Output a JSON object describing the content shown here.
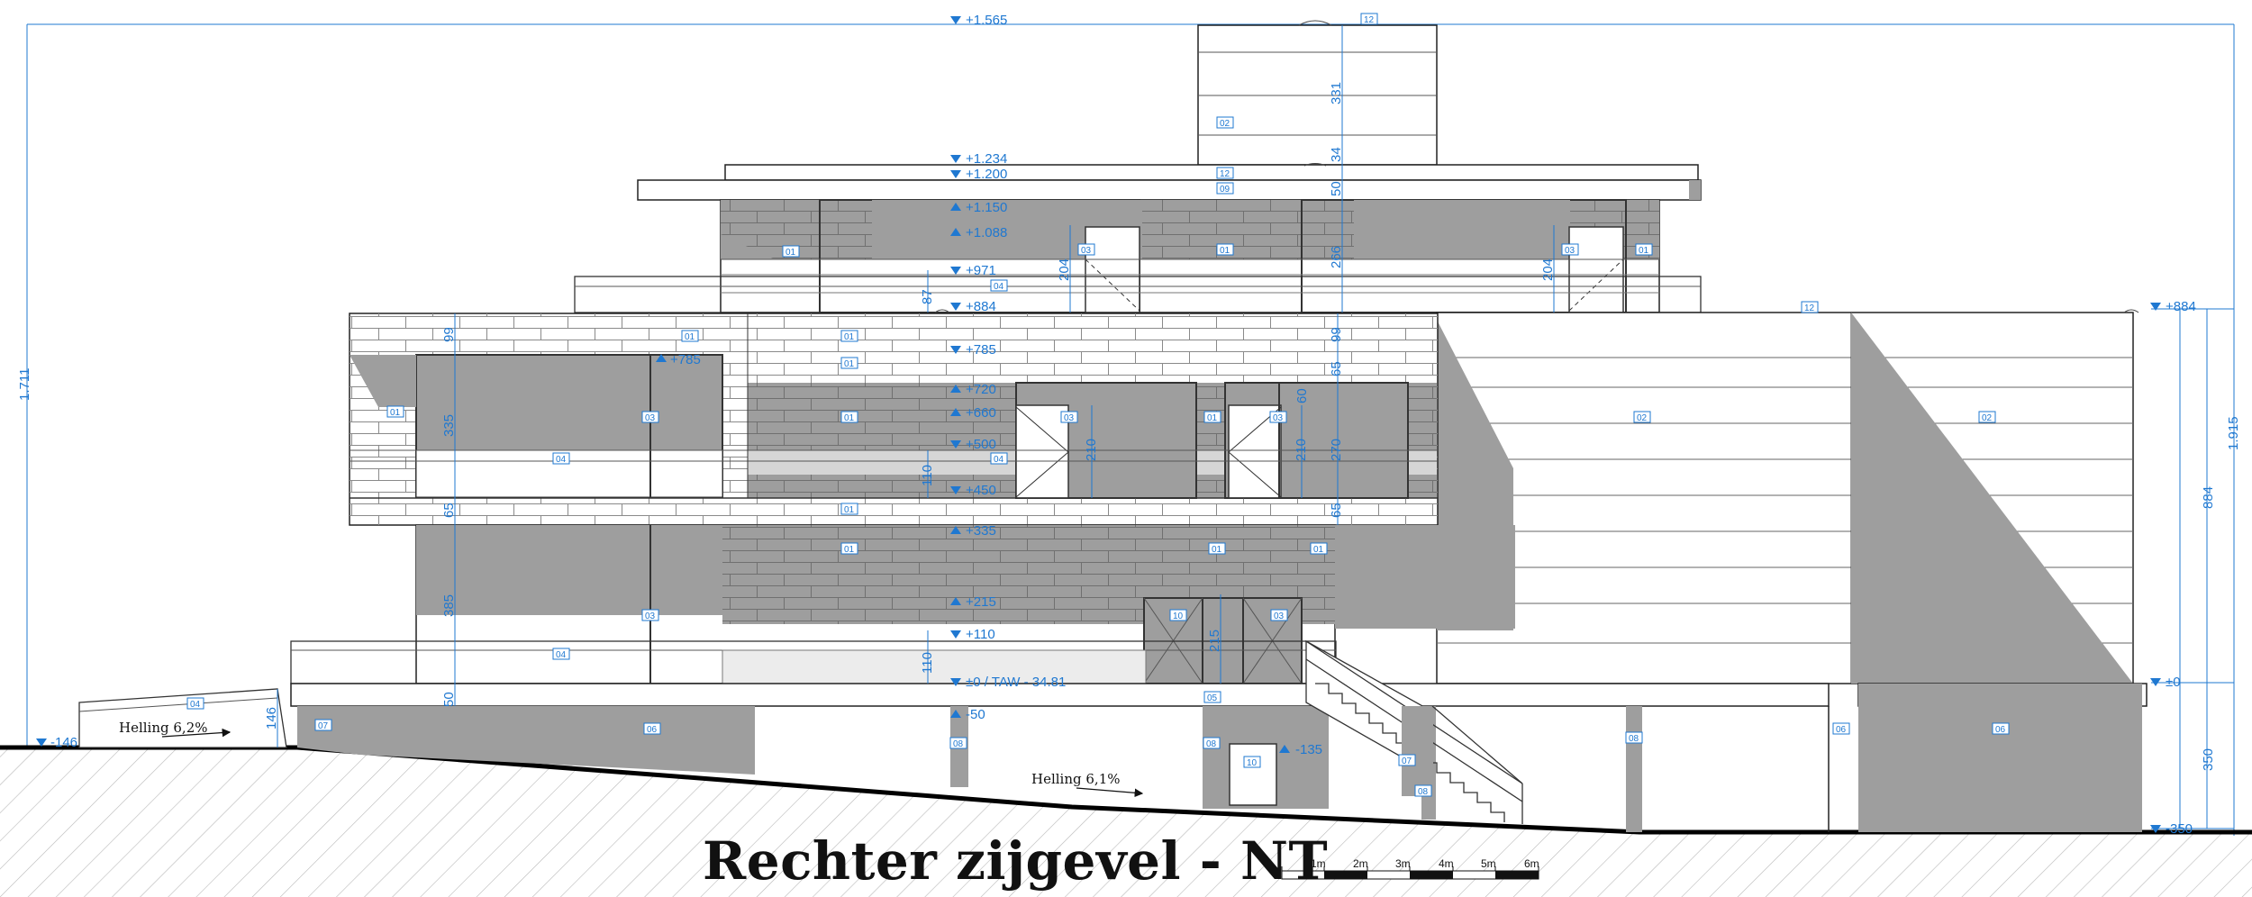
{
  "title": "Rechter zijgevel - NT",
  "levels": {
    "top": "+1.565",
    "roof_upper": "+1.234",
    "roof": "+1.200",
    "l1150": "+1.150",
    "l1088": "+1.088",
    "l971": "+971",
    "l884": "+884",
    "l884_right": "+884",
    "l785": "+785",
    "l785_left": "+785",
    "l720": "+720",
    "l660": "+660",
    "l500": "+500",
    "l450": "+450",
    "l335": "+335",
    "l215": "+215",
    "l110": "+110",
    "ground": "±0 / TAW - 34.81",
    "ground_right": "±0",
    "m50": "-50",
    "m135": "-135",
    "m146": "-146",
    "m350": "-350"
  },
  "dimensions": {
    "total_height": "1.711",
    "right_height": "1.915",
    "d884": "884",
    "d350": "350",
    "d146": "146",
    "d331": "331",
    "d34": "34",
    "d50_roof": "50",
    "d266": "266",
    "d99_left": "99",
    "d335": "335",
    "d65_left": "65",
    "d385": "385",
    "d50_base": "50",
    "d87": "87",
    "d110_upper": "110",
    "d110_lower": "110",
    "d204_a": "204",
    "d204_b": "204",
    "d210_a": "210",
    "d210_b": "210",
    "d215": "215",
    "d99_right": "99",
    "d65_right_top": "65",
    "d60": "60",
    "d270": "270",
    "d65_right_bottom": "65"
  },
  "slopes": {
    "left": "Helling 6,2%",
    "right": "Helling 6,1%"
  },
  "material_tags": [
    "01",
    "02",
    "03",
    "04",
    "05",
    "06",
    "07",
    "08",
    "09",
    "10",
    "12"
  ],
  "scale_bar": [
    "1m",
    "2m",
    "3m",
    "4m",
    "5m",
    "6m"
  ]
}
